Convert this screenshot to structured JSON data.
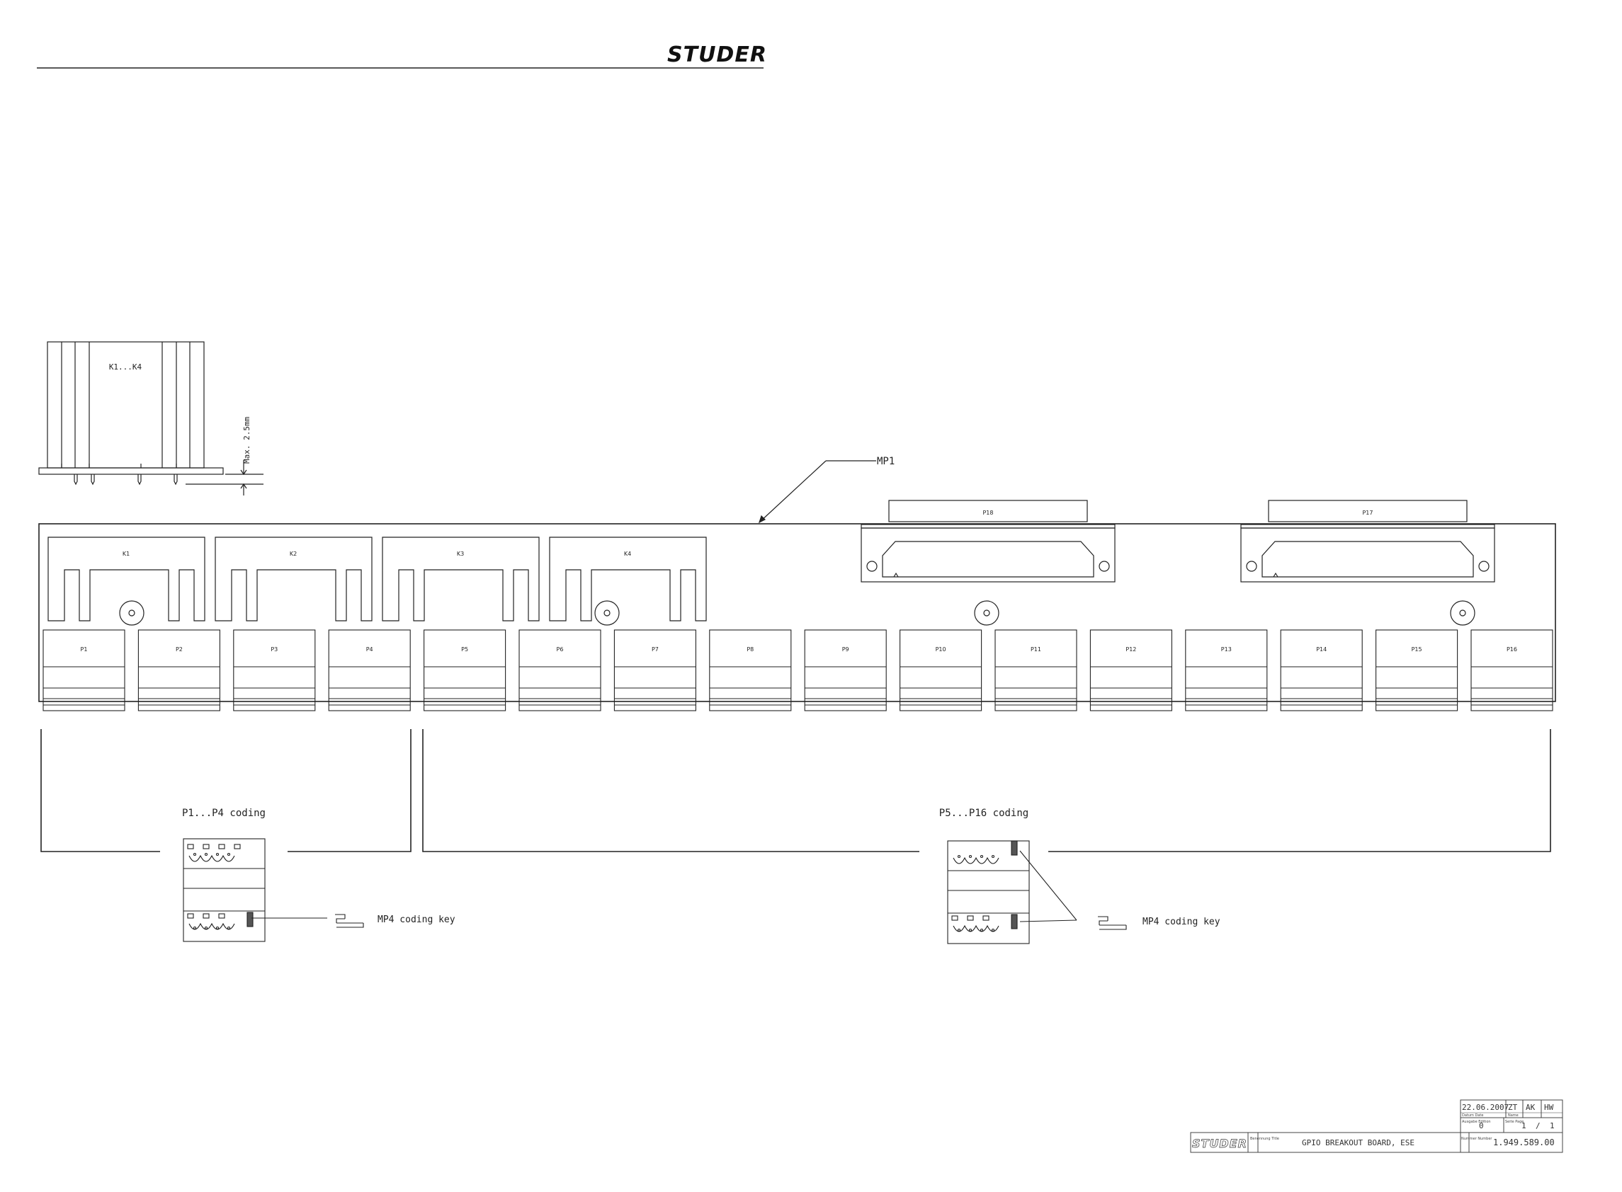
{
  "header": {
    "brand": "STUDER"
  },
  "relay_detail": {
    "label": "K1...K4",
    "dimension": "Max. 2.5mm"
  },
  "board": {
    "marker": "MP1",
    "relays": [
      "K1",
      "K2",
      "K3",
      "K4"
    ],
    "dsub_connectors": [
      "P18",
      "P17"
    ],
    "connectors": [
      "P1",
      "P2",
      "P3",
      "P4",
      "P5",
      "P6",
      "P7",
      "P8",
      "P9",
      "P10",
      "P11",
      "P12",
      "P13",
      "P14",
      "P15",
      "P16"
    ]
  },
  "coding": {
    "group_a": {
      "title": "P1...P4 coding",
      "key_label": "MP4 coding key"
    },
    "group_b": {
      "title": "P5...P16 coding",
      "key_label": "MP4 coding key"
    }
  },
  "title_block": {
    "date": "22.06.2007",
    "drawn": "ZT",
    "checked": "AK",
    "approved": "HW",
    "edition": "0",
    "page": "1",
    "page_sep": "/",
    "pages": "1",
    "brand": "STUDER",
    "title": "GPIO BREAKOUT BOARD, ESE",
    "drawing_number": "1.949.589.00",
    "field_labels": {
      "date": "Datum Date",
      "name": "Name",
      "edition": "Ausgabe Edition",
      "page": "Seite Page",
      "title": "Benennung Title",
      "number": "Nummer Number"
    }
  }
}
